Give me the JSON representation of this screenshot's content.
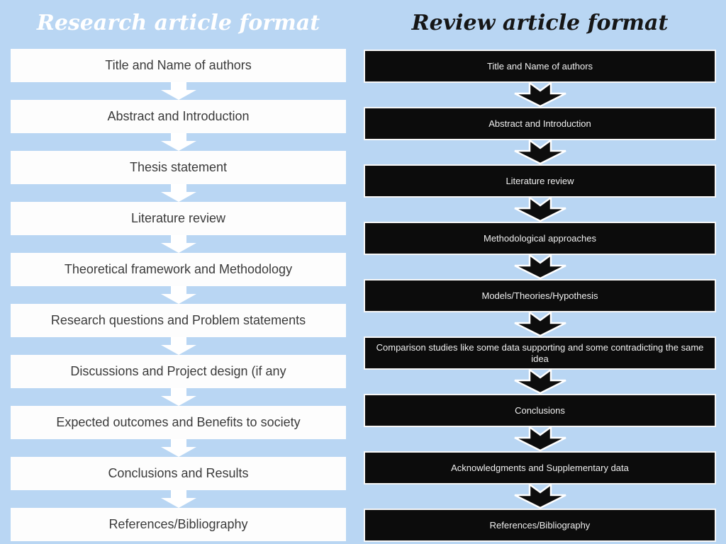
{
  "page": {
    "background": "#b9d6f3"
  },
  "left_column": {
    "title": "Research article format",
    "items": [
      "Title and Name of authors",
      "Abstract and Introduction",
      "Thesis statement",
      "Literature review",
      "Theoretical framework and Methodology",
      "Research questions and Problem statements",
      "Discussions and Project design (if any",
      "Expected outcomes and Benefits to society",
      "Conclusions and Results",
      "References/Bibliography"
    ]
  },
  "right_column": {
    "title": "Review article format",
    "items": [
      "Title and Name of authors",
      "Abstract and Introduction",
      "Literature review",
      "Methodological approaches",
      "Models/Theories/Hypothesis",
      "Comparison studies like some data supporting and some contradicting the same idea",
      "Conclusions",
      "Acknowledgments and Supplementary data",
      "References/Bibliography"
    ]
  },
  "colors": {
    "background": "#b9d6f3",
    "left_box_bg": "#fdfdfd",
    "left_box_text": "#3a3a3a",
    "left_title_text": "#ffffff",
    "left_arrow": "#ffffff",
    "right_box_bg": "#0c0c0c",
    "right_box_border": "#f7f7f7",
    "right_box_text": "#efefef",
    "right_title_text": "#161616",
    "right_arrow": "#0d0d0d"
  }
}
